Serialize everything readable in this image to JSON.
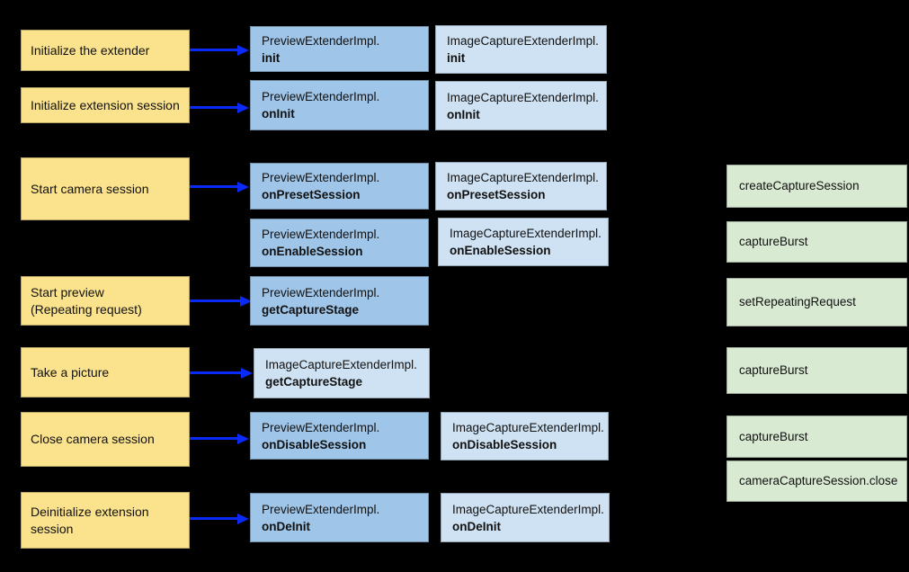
{
  "colors": {
    "background": "#000000",
    "stepFill": "#fbe28c",
    "previewFill": "#9fc5e8",
    "imageCaptureFill": "#cfe2f3",
    "camera2Fill": "#d9ead3",
    "arrow": "#0a2af8",
    "text": "#111111"
  },
  "steps": [
    {
      "label": "Initialize the extender"
    },
    {
      "label": "Initialize extension session"
    },
    {
      "label": "Start camera session"
    },
    {
      "label": "Start preview\n(Repeating request)"
    },
    {
      "label": "Take a picture"
    },
    {
      "label": "Close camera session"
    },
    {
      "label": "Deinitialize extension session"
    }
  ],
  "method_boxes": [
    {
      "impl": "PreviewExtenderImpl.",
      "method": "init"
    },
    {
      "impl": "ImageCaptureExtenderImpl.",
      "method": "init"
    },
    {
      "impl": "PreviewExtenderImpl.",
      "method": "onInit"
    },
    {
      "impl": "ImageCaptureExtenderImpl.",
      "method": "onInit"
    },
    {
      "impl": "PreviewExtenderImpl.",
      "method": "onPresetSession"
    },
    {
      "impl": "ImageCaptureExtenderImpl.",
      "method": "onPresetSession"
    },
    {
      "impl": "PreviewExtenderImpl.",
      "method": "onEnableSession"
    },
    {
      "impl": "ImageCaptureExtenderImpl.",
      "method": "onEnableSession"
    },
    {
      "impl": "PreviewExtenderImpl.",
      "method": "getCaptureStage"
    },
    {
      "impl": "ImageCaptureExtenderImpl.",
      "method": "getCaptureStage"
    },
    {
      "impl": "PreviewExtenderImpl.",
      "method": "onDisableSession"
    },
    {
      "impl": "ImageCaptureExtenderImpl.",
      "method": "onDisableSession"
    },
    {
      "impl": "PreviewExtenderImpl.",
      "method": "onDeInit"
    },
    {
      "impl": "ImageCaptureExtenderImpl.",
      "method": "onDeInit"
    }
  ],
  "camera2_calls": [
    {
      "label": "createCaptureSession"
    },
    {
      "label": "captureBurst"
    },
    {
      "label": "setRepeatingRequest"
    },
    {
      "label": "captureBurst"
    },
    {
      "label": "captureBurst"
    },
    {
      "label": "cameraCaptureSession.close"
    }
  ]
}
